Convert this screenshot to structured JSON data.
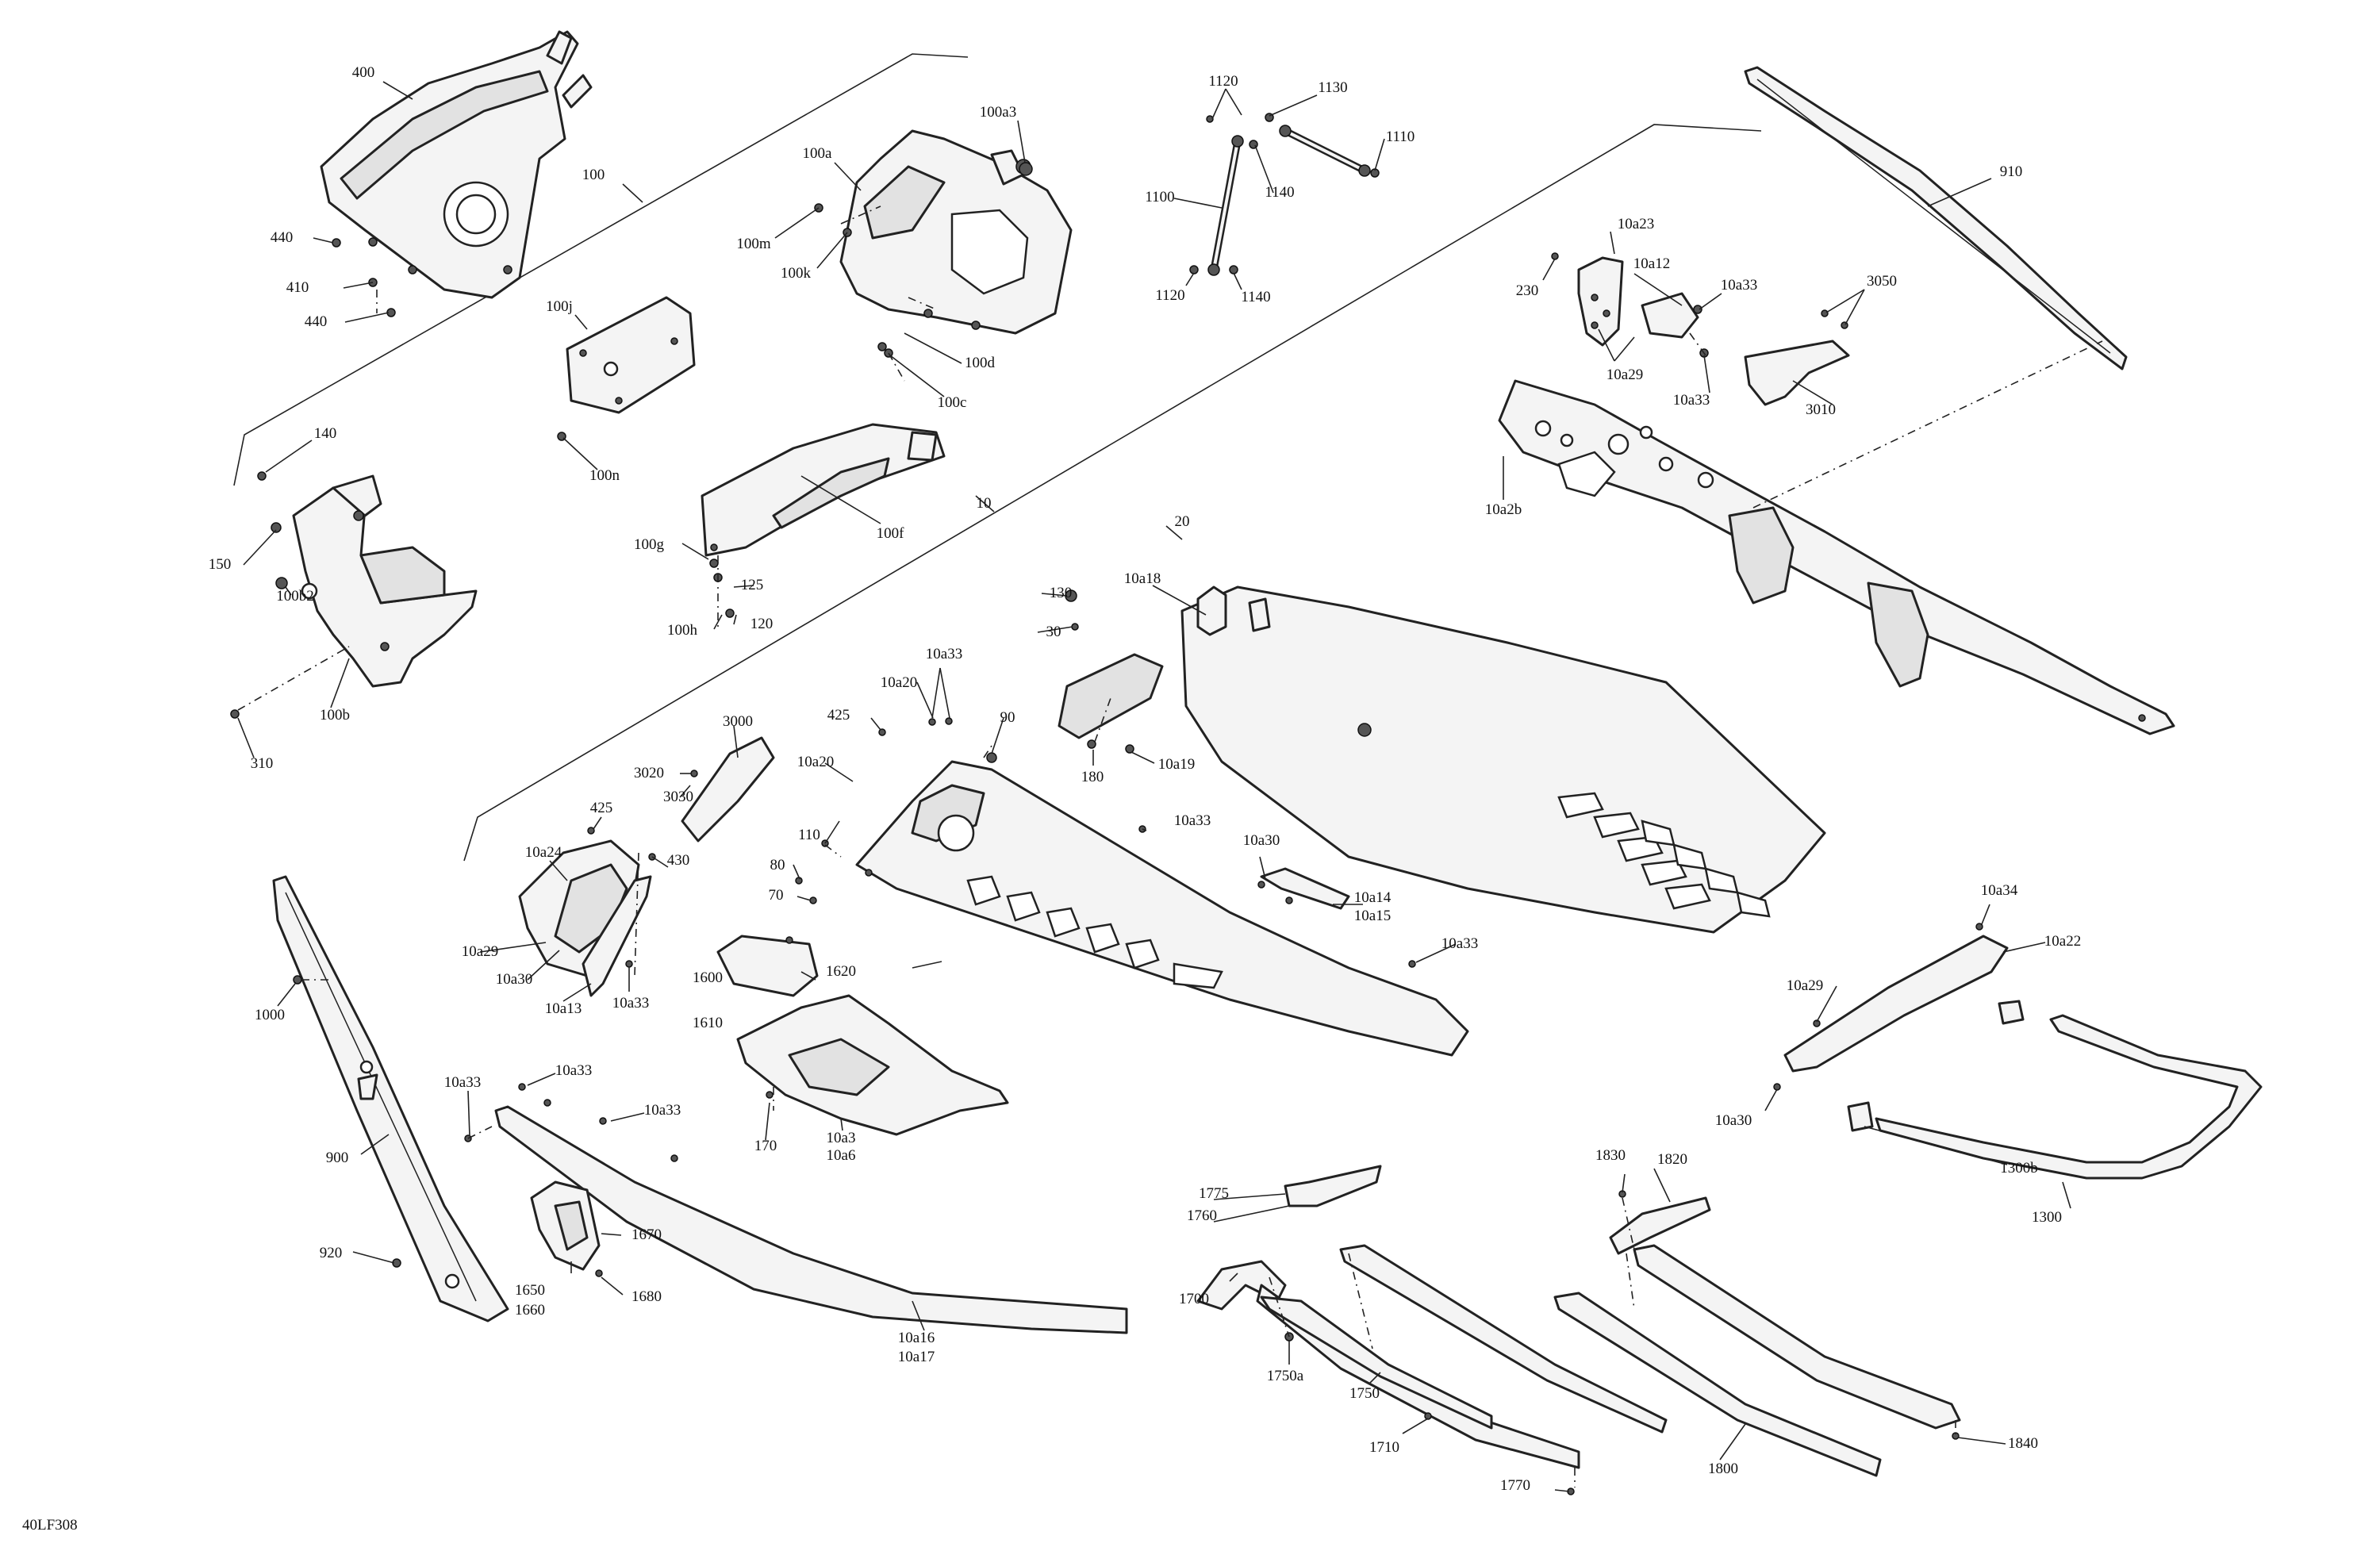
{
  "diagram_code": "40LF308",
  "callouts": [
    "400",
    "100",
    "100a3",
    "100a",
    "100m",
    "100k",
    "440",
    "410",
    "440",
    "100j",
    "100d",
    "100c",
    "100n",
    "140",
    "150",
    "100b2",
    "100b",
    "310",
    "100g",
    "100f",
    "125",
    "100h",
    "120",
    "10",
    "1120",
    "1130",
    "1110",
    "1100",
    "1140",
    "1120",
    "1140",
    "910",
    "10a23",
    "230",
    "10a12",
    "10a33",
    "3050",
    "10a29",
    "10a33",
    "3010",
    "10a2b",
    "20",
    "130",
    "10a18",
    "30",
    "180",
    "10a19",
    "425",
    "10a20",
    "10a33",
    "90",
    "3000",
    "3020",
    "3030",
    "10a20",
    "110",
    "80",
    "70",
    "10a33",
    "425",
    "10a24",
    "430",
    "10a29",
    "10a30",
    "10a13",
    "10a33",
    "10a30",
    "10a14",
    "10a15",
    "10a33",
    "1000",
    "900",
    "920",
    "10a33",
    "10a33",
    "10a33",
    "1600",
    "1610",
    "1620",
    "170",
    "10a3",
    "10a6",
    "1670",
    "1650",
    "1660",
    "1680",
    "10a16",
    "10a17",
    "10a34",
    "10a22",
    "10a29",
    "10a30",
    "1300b",
    "1300",
    "1775",
    "1760",
    "1700",
    "1750a",
    "1750",
    "1710",
    "1770",
    "1830",
    "1820",
    "1800",
    "1840"
  ]
}
